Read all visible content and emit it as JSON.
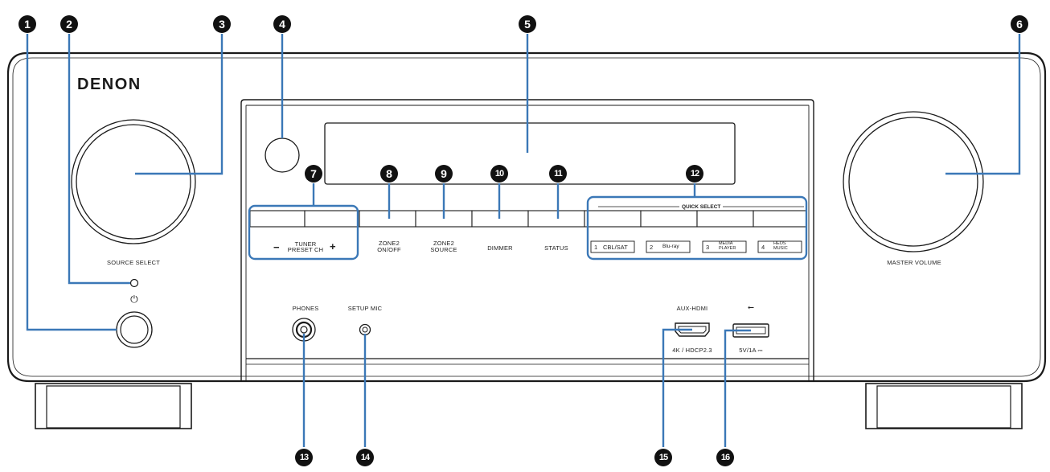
{
  "brand": "DENON",
  "labels": {
    "source_select": "SOURCE SELECT",
    "power_symbol": "⏻",
    "master_volume": "MASTER VOLUME",
    "tuner_preset_line1": "TUNER",
    "tuner_preset_line2": "PRESET CH",
    "minus": "−",
    "plus": "+",
    "zone2_onoff_line1": "ZONE2",
    "zone2_onoff_line2": "ON/OFF",
    "zone2_source_line1": "ZONE2",
    "zone2_source_line2": "SOURCE",
    "dimmer": "DIMMER",
    "status": "STATUS",
    "quick_select": "QUICK SELECT",
    "phones": "PHONES",
    "setup_mic": "SETUP MIC",
    "aux_hdmi": "AUX-HDMI",
    "hdcp": "4K / HDCP2.3",
    "usb_symbol": "⭠",
    "usb_power": "5V/1A ⎓"
  },
  "quick_select_buttons": [
    {
      "num": "1",
      "name": "CBL/SAT"
    },
    {
      "num": "2",
      "name": "Blu-ray"
    },
    {
      "num": "3",
      "name_line1": "MEDIA",
      "name_line2": "PLAYER"
    },
    {
      "num": "4",
      "name_line1": "HEOS",
      "name_line2": "MUSIC"
    }
  ],
  "callouts": [
    "1",
    "2",
    "3",
    "4",
    "5",
    "6",
    "7",
    "8",
    "9",
    "10",
    "11",
    "12",
    "13",
    "14",
    "15",
    "16"
  ],
  "colors": {
    "callout_line": "#3b78b7",
    "callout_badge": "#111111",
    "outline": "#1a1a1a"
  }
}
